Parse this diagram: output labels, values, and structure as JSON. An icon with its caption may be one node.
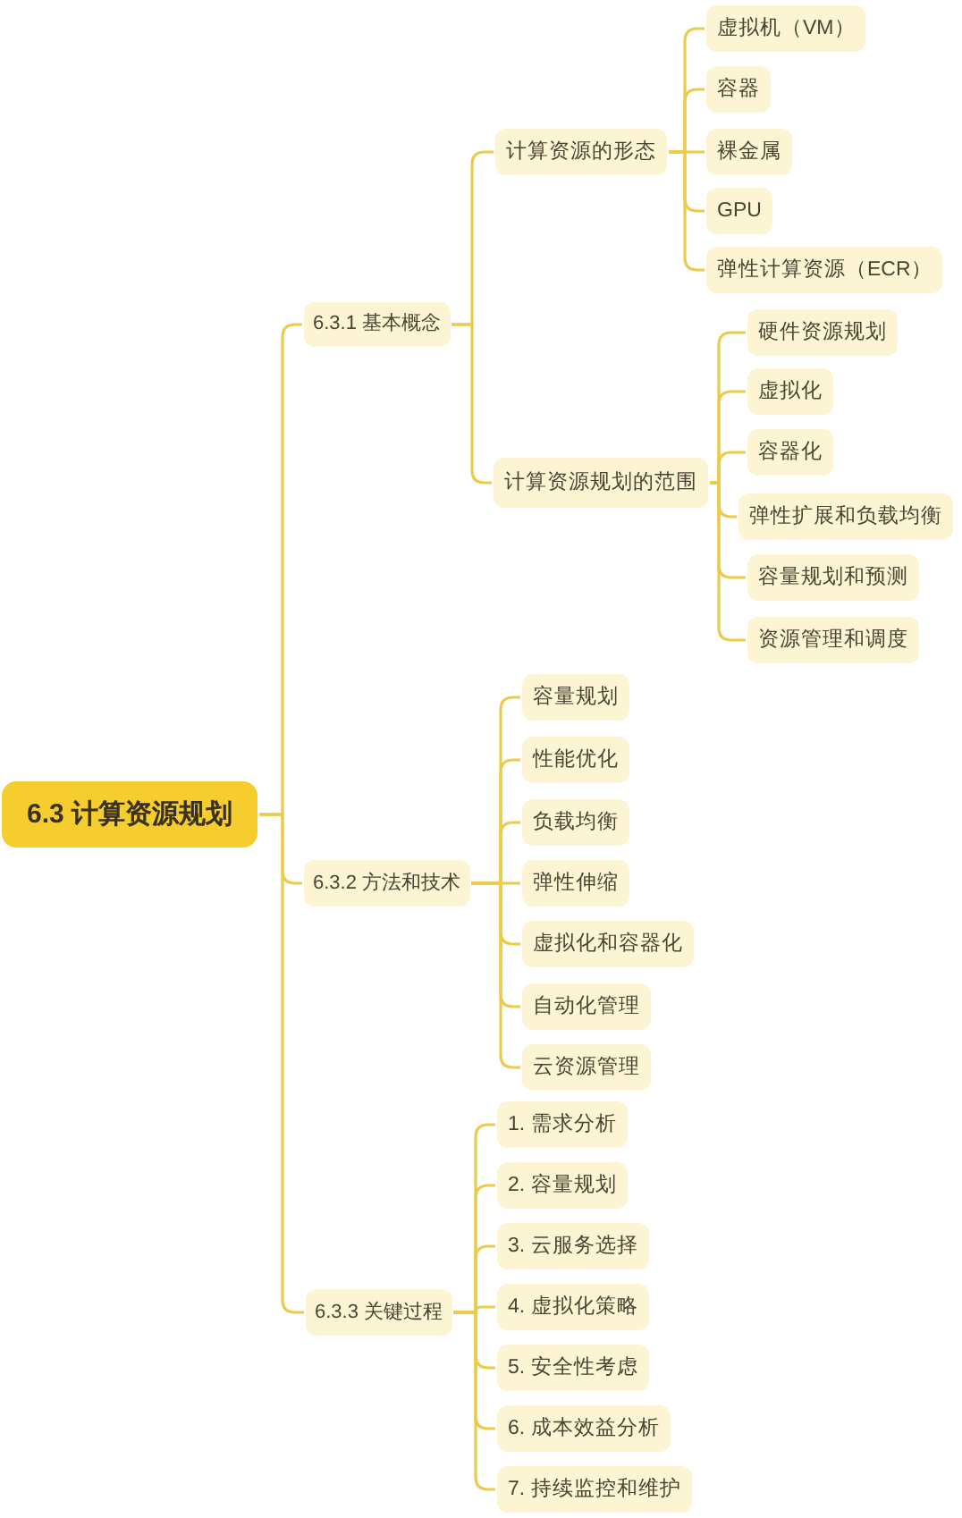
{
  "diagram": {
    "nodes": [
      {
        "text": [
          "6.3 计算资源规划"
        ]
      },
      {
        "text": [
          "6.3.1 基本概念"
        ]
      },
      {
        "text": [
          "计算资源的形态"
        ]
      },
      {
        "text": [
          "虚拟机（VM）"
        ]
      },
      {
        "text": [
          "容器"
        ]
      },
      {
        "text": [
          "裸金属"
        ]
      },
      {
        "text": [
          "GPU"
        ]
      },
      {
        "text": [
          "弹性计算资源（ECR）"
        ]
      },
      {
        "text": [
          "计算资源规划的范围"
        ]
      },
      {
        "text": [
          "硬件资源规划"
        ]
      },
      {
        "text": [
          "虚拟化"
        ]
      },
      {
        "text": [
          "容器化"
        ]
      },
      {
        "text": [
          "弹性扩展和负载均衡"
        ]
      },
      {
        "text": [
          "容量规划和预测"
        ]
      },
      {
        "text": [
          "资源管理和调度"
        ]
      },
      {
        "text": [
          "6.3.2 方法和技术"
        ]
      },
      {
        "text": [
          "容量规划"
        ]
      },
      {
        "text": [
          "性能优化"
        ]
      },
      {
        "text": [
          "负载均衡"
        ]
      },
      {
        "text": [
          "弹性伸缩"
        ]
      },
      {
        "text": [
          "虚拟化和容器化"
        ]
      },
      {
        "text": [
          "自动化管理"
        ]
      },
      {
        "text": [
          "云资源管理"
        ]
      },
      {
        "text": [
          "6.3.3 关键过程"
        ]
      },
      {
        "text": [
          "1. 需求分析"
        ]
      },
      {
        "text": [
          "2. 容量规划"
        ]
      },
      {
        "text": [
          "3. 云服务选择"
        ]
      },
      {
        "text": [
          "4. 虚拟化策略"
        ]
      },
      {
        "text": [
          "5. 安全性考虑"
        ]
      },
      {
        "text": [
          "6. 成本效益分析"
        ]
      },
      {
        "text": [
          "7. 持续监控和维护"
        ]
      }
    ],
    "edges": [
      {
        "from": 0,
        "to": 1,
        "arrow": "none"
      },
      {
        "from": 1,
        "to": 2,
        "arrow": "none"
      },
      {
        "from": 2,
        "to": 3,
        "arrow": "none"
      },
      {
        "from": 2,
        "to": 4,
        "arrow": "none"
      },
      {
        "from": 2,
        "to": 5,
        "arrow": "none"
      },
      {
        "from": 2,
        "to": 6,
        "arrow": "none"
      },
      {
        "from": 2,
        "to": 7,
        "arrow": "none"
      },
      {
        "from": 1,
        "to": 8,
        "arrow": "none"
      },
      {
        "from": 8,
        "to": 9,
        "arrow": "none"
      },
      {
        "from": 8,
        "to": 10,
        "arrow": "none"
      },
      {
        "from": 8,
        "to": 11,
        "arrow": "none"
      },
      {
        "from": 8,
        "to": 12,
        "arrow": "none"
      },
      {
        "from": 8,
        "to": 13,
        "arrow": "none"
      },
      {
        "from": 8,
        "to": 14,
        "arrow": "none"
      },
      {
        "from": 0,
        "to": 15,
        "arrow": "none"
      },
      {
        "from": 15,
        "to": 16,
        "arrow": "none"
      },
      {
        "from": 15,
        "to": 17,
        "arrow": "none"
      },
      {
        "from": 15,
        "to": 18,
        "arrow": "none"
      },
      {
        "from": 15,
        "to": 19,
        "arrow": "none"
      },
      {
        "from": 15,
        "to": 20,
        "arrow": "none"
      },
      {
        "from": 15,
        "to": 21,
        "arrow": "none"
      },
      {
        "from": 15,
        "to": 22,
        "arrow": "none"
      },
      {
        "from": 0,
        "to": 23,
        "arrow": "none"
      },
      {
        "from": 23,
        "to": 24,
        "arrow": "none"
      },
      {
        "from": 23,
        "to": 25,
        "arrow": "none"
      },
      {
        "from": 23,
        "to": 26,
        "arrow": "none"
      },
      {
        "from": 23,
        "to": 27,
        "arrow": "none"
      },
      {
        "from": 23,
        "to": 28,
        "arrow": "none"
      },
      {
        "from": 23,
        "to": 29,
        "arrow": "none"
      },
      {
        "from": 23,
        "to": 30,
        "arrow": "none"
      }
    ]
  }
}
